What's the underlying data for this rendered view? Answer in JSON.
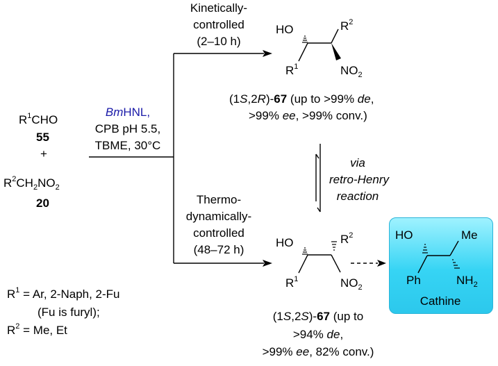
{
  "substrates": {
    "aldehyde": {
      "r": "R",
      "sup": "1",
      "rest": "CHO"
    },
    "aldehyde_num": "55",
    "plus": "+",
    "nitro": {
      "r": "R",
      "sup": "2",
      "a": "CH",
      "sub1": "2",
      "b": "NO",
      "sub2": "2"
    },
    "nitro_num": "20"
  },
  "conditions": {
    "enzyme": {
      "prefix": "Bm",
      "rest": "HNL,"
    },
    "line2": "CPB pH 5.5,",
    "line3": "TBME, 30°C"
  },
  "kinetic": {
    "line1": "Kinetically-",
    "line2": "controlled",
    "line3": "(2–10 h)"
  },
  "thermo": {
    "line1": "Thermo-",
    "line2": "dynamically-",
    "line3": "controlled",
    "line4": "(48–72 h)"
  },
  "via": {
    "line1": "via",
    "line2": "retro-Henry",
    "line3": "reaction"
  },
  "product_top": {
    "ho": "HO",
    "r2": {
      "r": "R",
      "sup": "2"
    },
    "r1": {
      "r": "R",
      "sup": "1"
    },
    "no2": {
      "a": "NO",
      "sub": "2"
    },
    "caption1": {
      "p1": "(1",
      "s": "S",
      "p2": ",2",
      "r": "R",
      "p3": ")-",
      "num": "67",
      "p4": " (up to >99% ",
      "de": "de",
      "p5": ","
    },
    "caption2": {
      "p1": ">99% ",
      "ee": "ee",
      "p2": ", >99% conv.)"
    }
  },
  "product_bottom": {
    "ho": "HO",
    "r2": {
      "r": "R",
      "sup": "2"
    },
    "r1": {
      "r": "R",
      "sup": "1"
    },
    "no2": {
      "a": "NO",
      "sub": "2"
    },
    "caption1": {
      "p1": "(1",
      "s": "S",
      "p2": ",2",
      "s2": "S",
      "p3": ")-",
      "num": "67",
      "p4": " (up to"
    },
    "caption2": {
      "p1": ">94% ",
      "de": "de",
      "p2": ","
    },
    "caption3": {
      "p1": ">99% ",
      "ee": "ee",
      "p2": ", 82% conv.)"
    }
  },
  "cathine": {
    "ho": "HO",
    "me": "Me",
    "ph": "Ph",
    "nh2": {
      "a": "NH",
      "sub": "2"
    },
    "name": "Cathine",
    "box_color": "#3fd6f5"
  },
  "legend": {
    "r1": {
      "r": "R",
      "sup": "1",
      "rest": " = Ar, 2-Naph, 2-Fu"
    },
    "fu": "(Fu is furyl);",
    "r2": {
      "r": "R",
      "sup": "2",
      "rest": " = Me, Et"
    }
  }
}
